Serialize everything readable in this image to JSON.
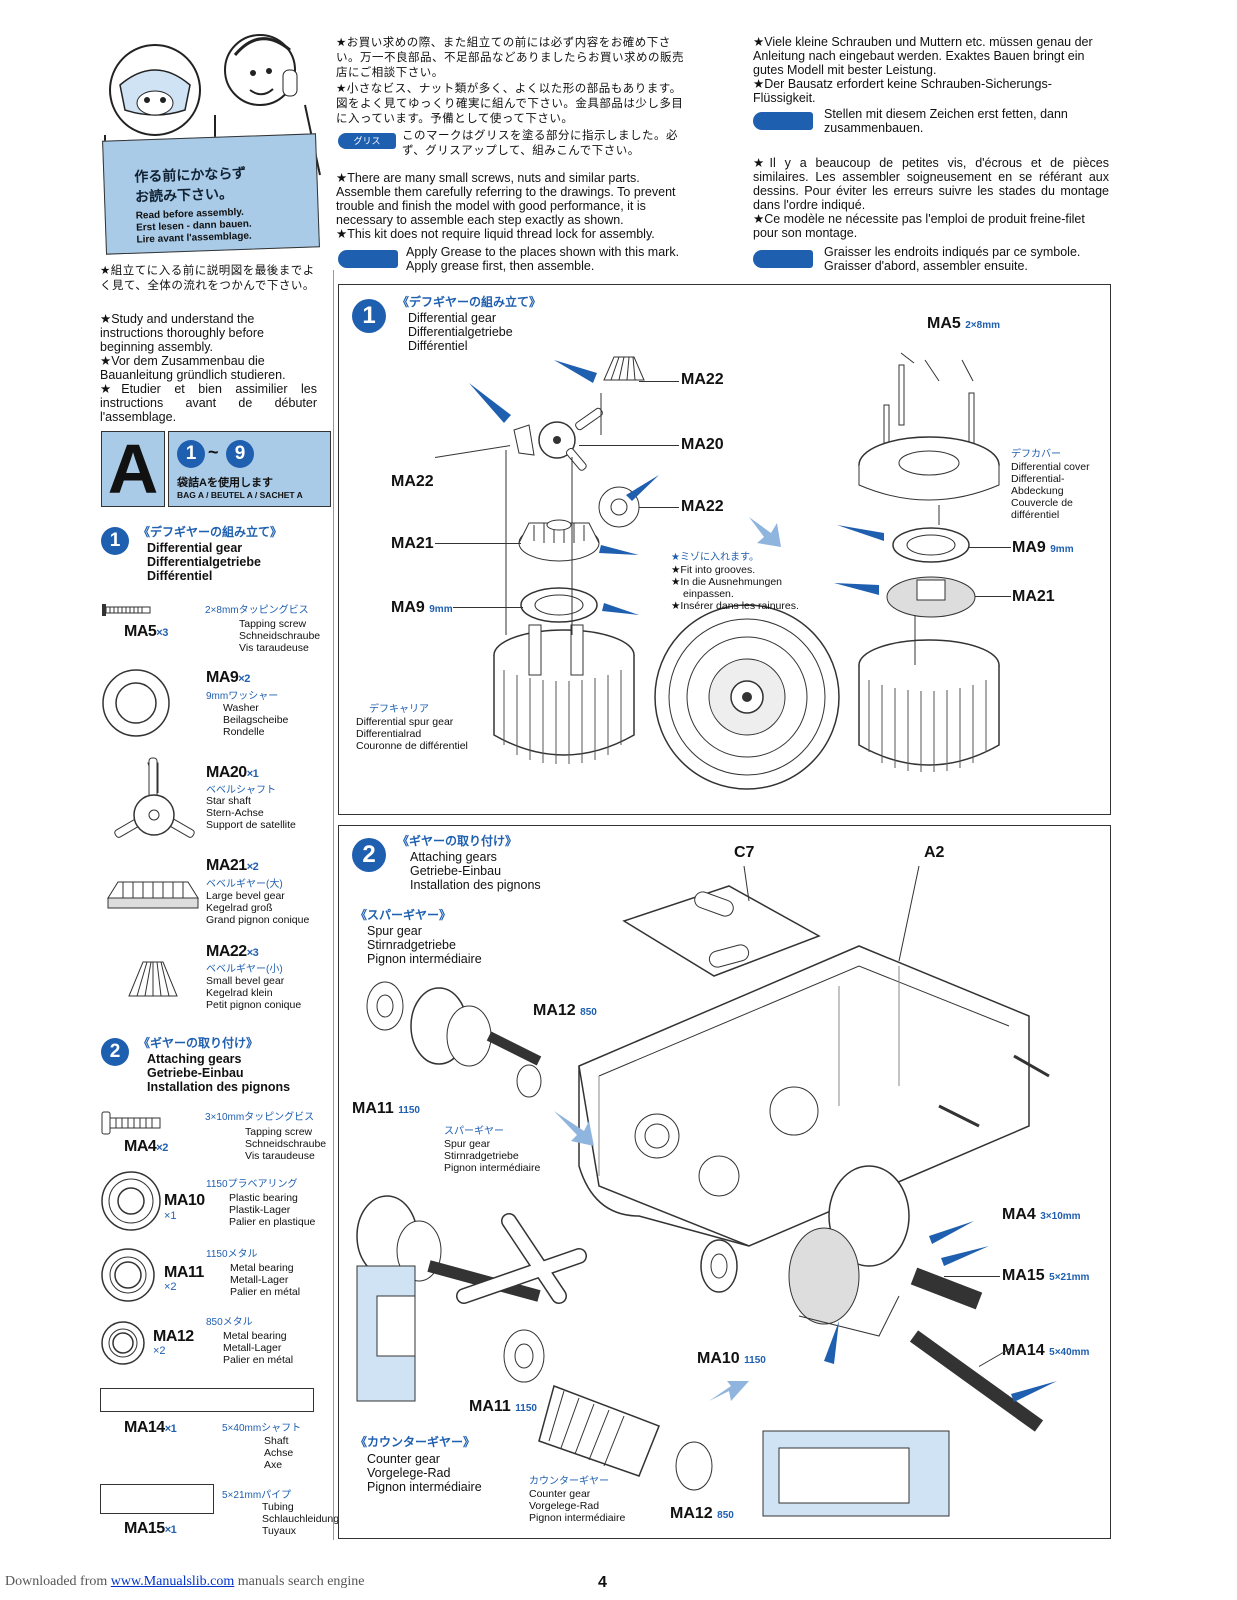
{
  "intro": {
    "panel_jp_line1": "作る前にかならず",
    "panel_jp_line2": "お読み下さい。",
    "panel_en": "Read before assembly.",
    "panel_de": "Erst lesen - dann bauen.",
    "panel_fr": "Lire avant l'assemblage.",
    "study_jp": "★組立てに入る前に説明図を最後までよく見て、全体の流れをつかんで下さい。",
    "study_en": "★Study and understand the instructions thoroughly before beginning assembly.",
    "study_de": "★Vor dem Zusammenbau die Bauanleitung gründlich studieren.",
    "study_fr": "★Etudier et bien assimilier les instructions avant de débuter l'assemblage."
  },
  "notes_jp": {
    "p1": "★お買い求めの際、また組立ての前には必ず内容をお確め下さい。万一不良部品、不足部品などありましたらお買い求めの販売店にご相談下さい。",
    "p2": "★小さなビス、ナット類が多く、よく以た形の部品もあります。図をよく見てゆっくり確実に組んで下さい。金具部品は少し多目に入っています。予備として使って下さい。",
    "grease_tag": "グリス",
    "grease_jp": "このマークはグリスを塗る部分に指示しました。必ず、グリスアップして、組みこんで下さい。"
  },
  "notes_en": {
    "p1": "★There are many small screws, nuts and similar parts. Assemble them carefully referring to the drawings. To prevent trouble and finish the model with good performance, it is necessary to assemble each step exactly as shown.",
    "p2": "★This kit does not require liquid thread lock for assembly.",
    "grease1": "Apply Grease to the places shown with this mark.",
    "grease2": "Apply grease first, then assemble."
  },
  "notes_de": {
    "p1": "★Viele kleine Schrauben und Muttern etc. müssen genau der Anleitung nach eingebaut werden. Exaktes Bauen bringt ein gutes Modell mit bester Leistung.",
    "p2": "★Der Bausatz erfordert keine Schrauben-Sicherungs-Flüssigkeit.",
    "grease1": "Stellen mit diesem Zeichen erst fetten, dann",
    "grease2": "zusammenbauen."
  },
  "notes_fr": {
    "p1": "★Il y a beaucoup de petites vis, d'écrous et de pièces similaires. Les assembler soigneusement en se référant aux dessins. Pour éviter les erreurs suivre les stades du montage dans l'ordre indiqué.",
    "p2": "★Ce modèle ne nécessite pas l'emploi de produit freine-filet pour son montage.",
    "grease1": "Graisser les endroits indiqués par ce symbole.",
    "grease2": "Graisser d'abord, assembler ensuite."
  },
  "bag": {
    "letter": "A",
    "steps_from": "1",
    "steps_sep": "~",
    "steps_to": "9",
    "jp": "袋詰Aを使用します",
    "label": "BAG A / BEUTEL A / SACHET A"
  },
  "step1": {
    "num": "1",
    "jp": "《デフギヤーの組み立て》",
    "en": "Differential gear",
    "de": "Differentialgetriebe",
    "fr": "Différentiel"
  },
  "step2": {
    "num": "2",
    "jp": "《ギヤーの取り付け》",
    "en": "Attaching gears",
    "de": "Getriebe-Einbau",
    "fr": "Installation des pignons"
  },
  "parts1": [
    {
      "code": "MA5",
      "qty": "×3",
      "jp": "2×8mmタッピングビス",
      "en": "Tapping screw",
      "de": "Schneidschraube",
      "fr": "Vis taraudeuse"
    },
    {
      "code": "MA9",
      "qty": "×2",
      "jp": "9mmワッシャー",
      "en": "Washer",
      "de": "Beilagscheibe",
      "fr": "Rondelle"
    },
    {
      "code": "MA20",
      "qty": "×1",
      "jp": "ベベルシャフト",
      "en": "Star shaft",
      "de": "Stern-Achse",
      "fr": "Support de satellite"
    },
    {
      "code": "MA21",
      "qty": "×2",
      "jp": "ベベルギヤー(大)",
      "en": "Large bevel gear",
      "de": "Kegelrad groß",
      "fr": "Grand pignon conique"
    },
    {
      "code": "MA22",
      "qty": "×3",
      "jp": "ベベルギヤー(小)",
      "en": "Small bevel gear",
      "de": "Kegelrad klein",
      "fr": "Petit pignon conique"
    }
  ],
  "parts2": [
    {
      "code": "MA4",
      "qty": "×2",
      "jp": "3×10mmタッピングビス",
      "en": "Tapping screw",
      "de": "Schneidschraube",
      "fr": "Vis taraudeuse"
    },
    {
      "code": "MA10",
      "qty": "×1",
      "jp": "1150プラベアリング",
      "en": "Plastic bearing",
      "de": "Plastik-Lager",
      "fr": "Palier en plastique"
    },
    {
      "code": "MA11",
      "qty": "×2",
      "jp": "1150メタル",
      "en": "Metal bearing",
      "de": "Metall-Lager",
      "fr": "Palier en métal"
    },
    {
      "code": "MA12",
      "qty": "×2",
      "jp": "850メタル",
      "en": "Metal bearing",
      "de": "Metall-Lager",
      "fr": "Palier en métal"
    },
    {
      "code": "MA14",
      "qty": "×1",
      "jp": "5×40mmシャフト",
      "en": "Shaft",
      "de": "Achse",
      "fr": "Axe"
    },
    {
      "code": "MA15",
      "qty": "×1",
      "jp": "5×21mmパイプ",
      "en": "Tubing",
      "de": "Schlauchleidung",
      "fr": "Tuyaux"
    }
  ],
  "diagram1": {
    "num": "1",
    "jp": "《デフギヤーの組み立て》",
    "en": "Differential gear",
    "de": "Differentialgetriebe",
    "fr": "Différentiel",
    "ma22_a": "MA22",
    "ma20": "MA20",
    "ma22_b": "MA22",
    "ma22_c": "MA22",
    "ma21": "MA21",
    "ma9": "MA9",
    "ma9_size": "9mm",
    "carrier_jp": "デフキャリア",
    "carrier_en": "Differential spur gear",
    "carrier_de": "Differentialrad",
    "carrier_fr": "Couronne de différentiel",
    "groove_jp": "★ミゾに入れます。",
    "groove_en": "★Fit into grooves.",
    "groove_de1": "★In die Ausnehmungen",
    "groove_de2": "einpassen.",
    "groove_fr": "★Insérer dans les rainures.",
    "ma5": "MA5",
    "ma5_size": "2×8mm",
    "cover_jp": "デフカバー",
    "cover_en": "Differential cover",
    "cover_de1": "Differential-",
    "cover_de2": "Abdeckung",
    "cover_fr1": "Couvercle de",
    "cover_fr2": "différentiel",
    "ma9_r": "MA9",
    "ma9_r_size": "9mm",
    "ma21_r": "MA21"
  },
  "diagram2": {
    "num": "2",
    "jp": "《ギヤーの取り付け》",
    "en": "Attaching gears",
    "de": "Getriebe-Einbau",
    "fr": "Installation des pignons",
    "spur_head_jp": "《スパーギヤー》",
    "spur_en": "Spur gear",
    "spur_de": "Stirnradgetriebe",
    "spur_fr": "Pignon intermédiaire",
    "c7": "C7",
    "a2": "A2",
    "ma12_top": "MA12",
    "ma12_top_size": "850",
    "ma11_top": "MA11",
    "ma11_top_size": "1150",
    "spur2_jp": "スパーギヤー",
    "spur2_en": "Spur gear",
    "spur2_de": "Stirnradgetriebe",
    "spur2_fr": "Pignon intermédiaire",
    "ma4": "MA4",
    "ma4_size": "3×10mm",
    "ma15": "MA15",
    "ma15_size": "5×21mm",
    "ma10": "MA10",
    "ma10_size": "1150",
    "ma14": "MA14",
    "ma14_size": "5×40mm",
    "ma11_bot": "MA11",
    "ma11_bot_size": "1150",
    "counter_head_jp": "《カウンターギヤー》",
    "counter_en": "Counter gear",
    "counter_de": "Vorgelege-Rad",
    "counter_fr": "Pignon intermédiaire",
    "counter2_jp": "カウンターギヤー",
    "counter2_en": "Counter gear",
    "counter2_de": "Vorgelege-Rad",
    "counter2_fr": "Pignon intermédiaire",
    "ma12_bot": "MA12",
    "ma12_bot_size": "850"
  },
  "footer": {
    "downloaded": "Downloaded from",
    "link": "www.Manualslib.com",
    "tail": "manuals search engine",
    "page": "4"
  },
  "colors": {
    "accent": "#1f5fb0",
    "panel": "#a9cbe8",
    "ink": "#111111"
  }
}
